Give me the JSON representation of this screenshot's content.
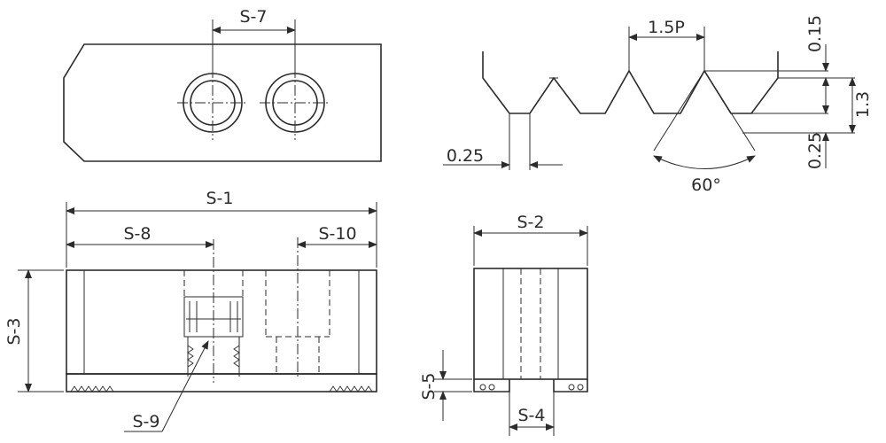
{
  "labels": {
    "s1": "S-1",
    "s2": "S-2",
    "s3": "S-3",
    "s4": "S-4",
    "s5": "S-5",
    "s7": "S-7",
    "s8": "S-8",
    "s9": "S-9",
    "s10": "S-10",
    "pitch": "1.5P",
    "depth": "1.3",
    "top_gap": "0.15",
    "bottom_gap": "0.25",
    "root_flat": "0.25",
    "angle": "60°"
  }
}
